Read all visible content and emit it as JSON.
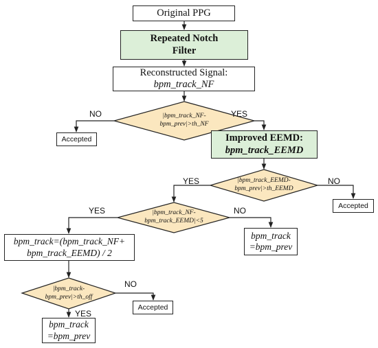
{
  "nodes": {
    "original_ppg": "Original PPG",
    "notch_filter": {
      "line1": "Repeated Notch",
      "line2": "Filter"
    },
    "reconstructed": {
      "line1": "Reconstructed Signal:",
      "line2": "bpm_track_NF"
    },
    "decision1": {
      "line1": "|bpm_track_NF-",
      "line2": "bpm_prev|>th_NF"
    },
    "accepted1": "Accepted",
    "improved_eemd": {
      "line1": "Improved EEMD:",
      "line2": "bpm_track_EEMD"
    },
    "decision2": {
      "line1": "|bpm_track_EEMD-",
      "line2": "bpm_prev|>th_EEMD"
    },
    "accepted2": "Accepted",
    "decision3": {
      "line1": "|bpm_track_NF-",
      "line2": "bpm_track_EEMD|<5"
    },
    "assign_prev1": {
      "line1": "bpm_track",
      "line2": "=bpm_prev"
    },
    "average": {
      "line1": "bpm_track=(bpm_track_NF+",
      "line2": "bpm_track_EEMD) / 2"
    },
    "decision4": {
      "line1": "|bpm_track-",
      "line2": "bpm_prev|>th_off"
    },
    "accepted3": "Accepted",
    "assign_prev2": {
      "line1": "bpm_track",
      "line2": "=bpm_prev"
    }
  },
  "edge_labels": {
    "d1_no": "NO",
    "d1_yes": "YES",
    "d2_yes": "YES",
    "d2_no": "NO",
    "d3_yes": "YES",
    "d3_no": "NO",
    "d4_no": "NO",
    "d4_yes": "YES"
  },
  "colors": {
    "process_fill": "#dcefd8",
    "decision_fill": "#fbe7bf",
    "line": "#222222"
  }
}
